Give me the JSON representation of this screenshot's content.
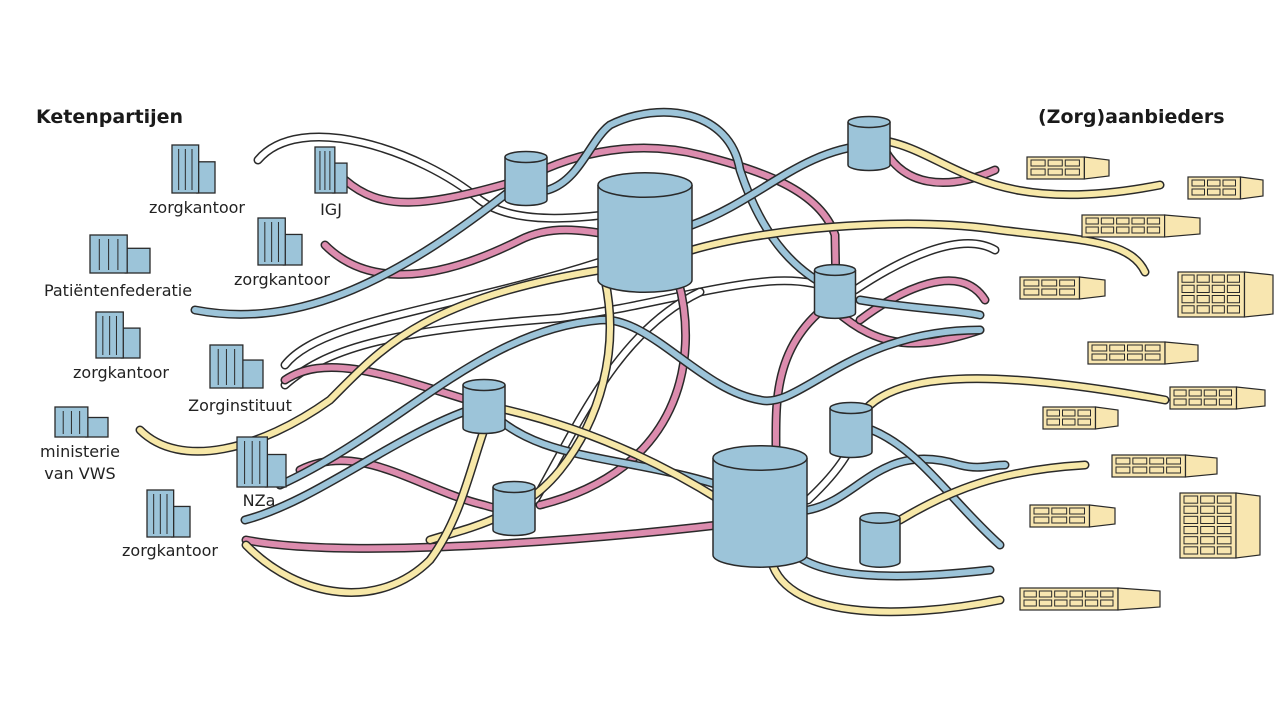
{
  "left_title": "Ketenpartijen",
  "right_title": "(Zorg)aanbieders",
  "left_parties": [
    "zorgkantoor",
    "IGJ",
    "Patiëntenfederatie",
    "zorgkantoor",
    "zorgkantoor",
    "Zorginstituut",
    "ministerie",
    "van VWS",
    "NZa",
    "zorgkantoor"
  ],
  "colors": {
    "blue": "#9cc4d9",
    "pink": "#dc8cae",
    "yellow": "#f7e8a8",
    "white": "#ffffff",
    "outline": "#2a2a2a",
    "building_yellow": "#f8e6b0"
  }
}
